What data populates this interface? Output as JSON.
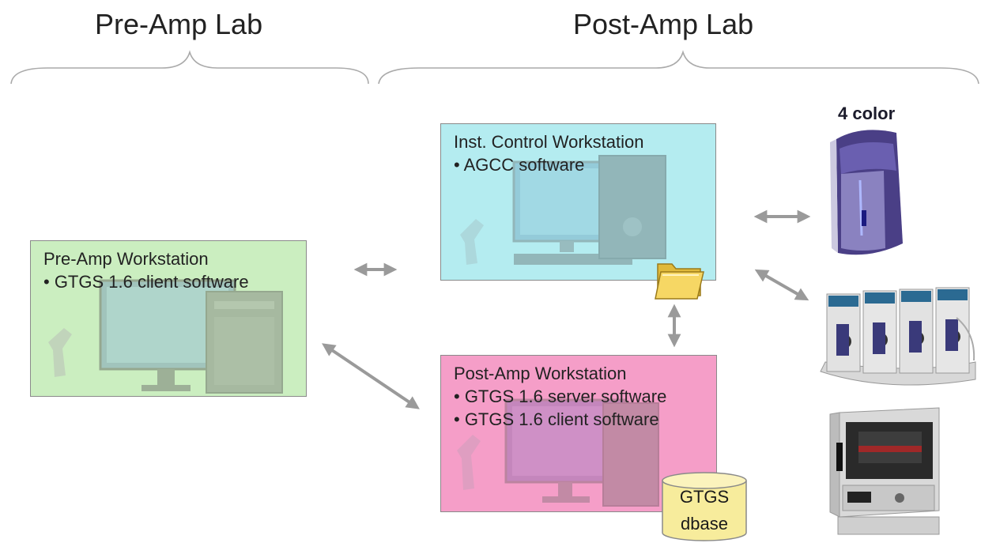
{
  "headings": {
    "pre_amp_lab": "Pre-Amp Lab",
    "post_amp_lab": "Post-Amp Lab"
  },
  "boxes": {
    "pre_amp": {
      "title": "Pre-Amp Workstation",
      "items": [
        "• GTGS 1.6 client software"
      ],
      "color": "#cbeec0"
    },
    "inst_control": {
      "title": "Inst. Control Workstation",
      "items": [
        "• AGCC software"
      ],
      "color": "#b4ecf0"
    },
    "post_amp": {
      "title": "Post-Amp Workstation",
      "items": [
        "• GTGS 1.6 server software",
        "• GTGS 1.6 client software"
      ],
      "color": "#f59ec8"
    }
  },
  "instruments": {
    "scanner_label": "4 color"
  },
  "database": {
    "line1": "GTGS",
    "line2": "dbase",
    "color": "#f7ec9c"
  },
  "icons": [
    "computer-icon",
    "barcode-scanner-icon",
    "folder-icon",
    "database-icon",
    "scanner-instrument-icon",
    "fluidics-station-icon",
    "oven-icon"
  ],
  "arrow_color": "#9a9a9a"
}
